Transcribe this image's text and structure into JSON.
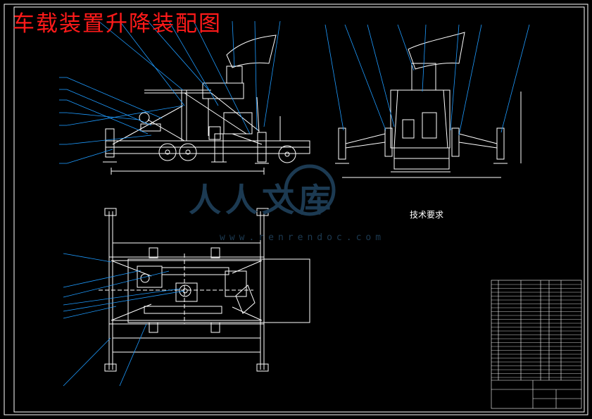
{
  "title": "车载装置升降装配图",
  "watermark": {
    "text": "人人文库",
    "url": "www.renrendoc.com"
  },
  "tech_requirements": {
    "title": "技术要求"
  },
  "colors": {
    "background": "#000000",
    "line": "#ffffff",
    "leader": "#1e9bff",
    "title": "#ff1a1a",
    "watermark": "#1c3a52"
  }
}
